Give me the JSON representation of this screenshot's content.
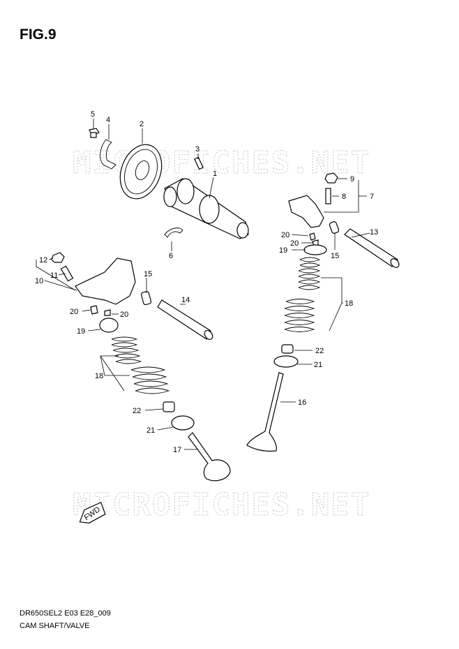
{
  "figure": {
    "title": "FIG.9"
  },
  "watermark": {
    "text": "MICROFICHES.NET"
  },
  "fwd_arrow": {
    "label": "FWD"
  },
  "callouts": {
    "c1": "1",
    "c2": "2",
    "c3": "3",
    "c4": "4",
    "c5": "5",
    "c6": "6",
    "c7": "7",
    "c8": "8",
    "c9": "9",
    "c10": "10",
    "c11": "11",
    "c12": "12",
    "c13": "13",
    "c14": "14",
    "c15a": "15",
    "c15b": "15",
    "c16": "16",
    "c17": "17",
    "c18a": "18",
    "c18b": "18",
    "c19a": "19",
    "c19b": "19",
    "c20a": "20",
    "c20b": "20",
    "c20c": "20",
    "c20d": "20",
    "c21a": "21",
    "c21b": "21",
    "c22a": "22",
    "c22b": "22"
  },
  "footer": {
    "model_code": "DR650SEL2 E03 E28_009",
    "caption": "CAM SHAFT/VALVE"
  }
}
